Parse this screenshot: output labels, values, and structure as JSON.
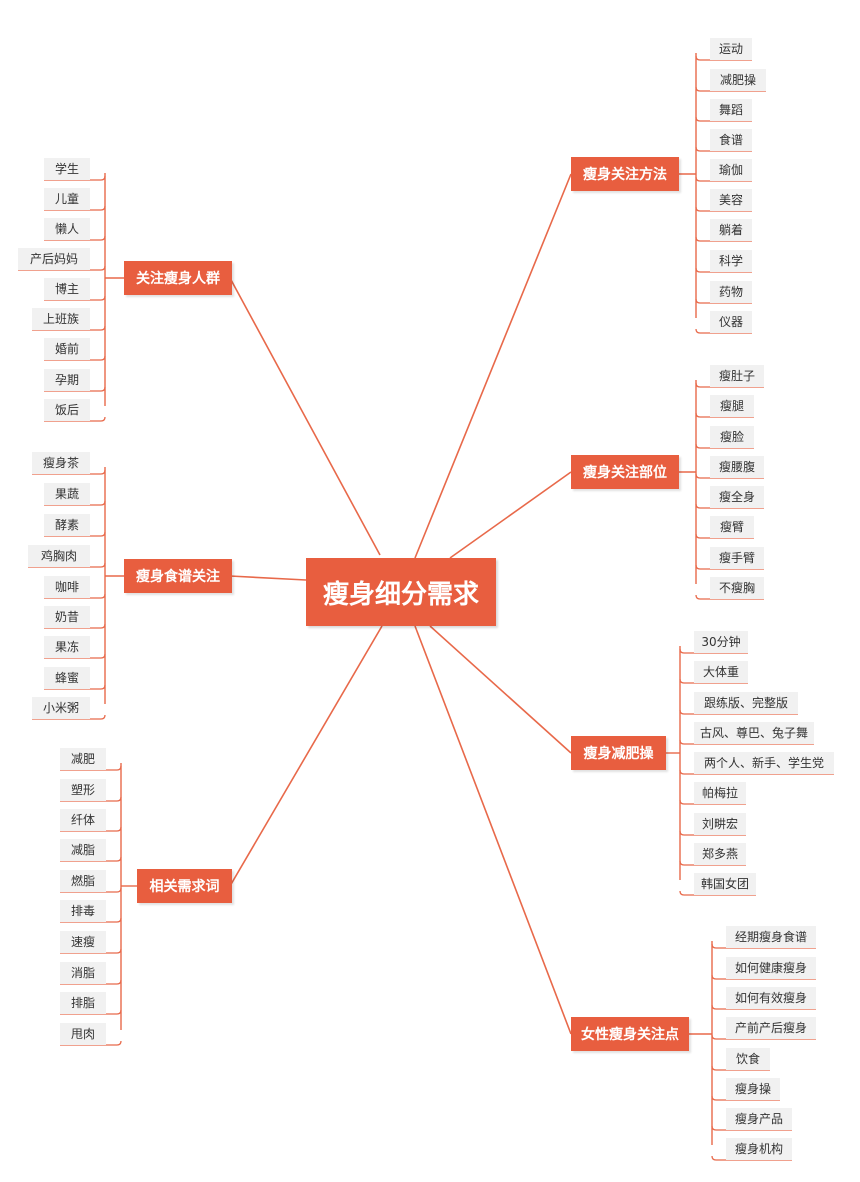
{
  "center": "瘦身细分需求",
  "branches": [
    {
      "label": "关注瘦身人群",
      "side": "left",
      "items": [
        "学生",
        "儿童",
        "懒人",
        "产后妈妈",
        "博主",
        "上班族",
        "婚前",
        "孕期",
        "饭后"
      ]
    },
    {
      "label": "瘦身食谱关注",
      "side": "left",
      "items": [
        "瘦身茶",
        "果蔬",
        "酵素",
        "鸡胸肉",
        "咖啡",
        "奶昔",
        "果冻",
        "蜂蜜",
        "小米粥"
      ]
    },
    {
      "label": "相关需求词",
      "side": "left",
      "items": [
        "减肥",
        "塑形",
        "纤体",
        "减脂",
        "燃脂",
        "排毒",
        "速瘦",
        "消脂",
        "排脂",
        "甩肉"
      ]
    },
    {
      "label": "瘦身关注方法",
      "side": "right",
      "items": [
        "运动",
        "减肥操",
        "舞蹈",
        "食谱",
        "瑜伽",
        "美容",
        "躺着",
        "科学",
        "药物",
        "仪器"
      ]
    },
    {
      "label": "瘦身关注部位",
      "side": "right",
      "items": [
        "瘦肚子",
        "瘦腿",
        "瘦脸",
        "瘦腰腹",
        "瘦全身",
        "瘦臂",
        "瘦手臂",
        "不瘦胸"
      ]
    },
    {
      "label": "瘦身减肥操",
      "side": "right",
      "items": [
        "30分钟",
        "大体重",
        "跟练版、完整版",
        "古风、尊巴、兔子舞",
        "两个人、新手、学生党",
        "帕梅拉",
        "刘畊宏",
        "郑多燕",
        "韩国女团"
      ]
    },
    {
      "label": "女性瘦身关注点",
      "side": "right",
      "items": [
        "经期瘦身食谱",
        "如何健康瘦身",
        "如何有效瘦身",
        "产前产后瘦身",
        "饮食",
        "瘦身操",
        "瘦身产品",
        "瘦身机构"
      ]
    }
  ],
  "colors": {
    "accent": "#e85e3f",
    "line": "#e8694a",
    "leaf_bg": "#f1f1f1",
    "text": "#333333"
  }
}
